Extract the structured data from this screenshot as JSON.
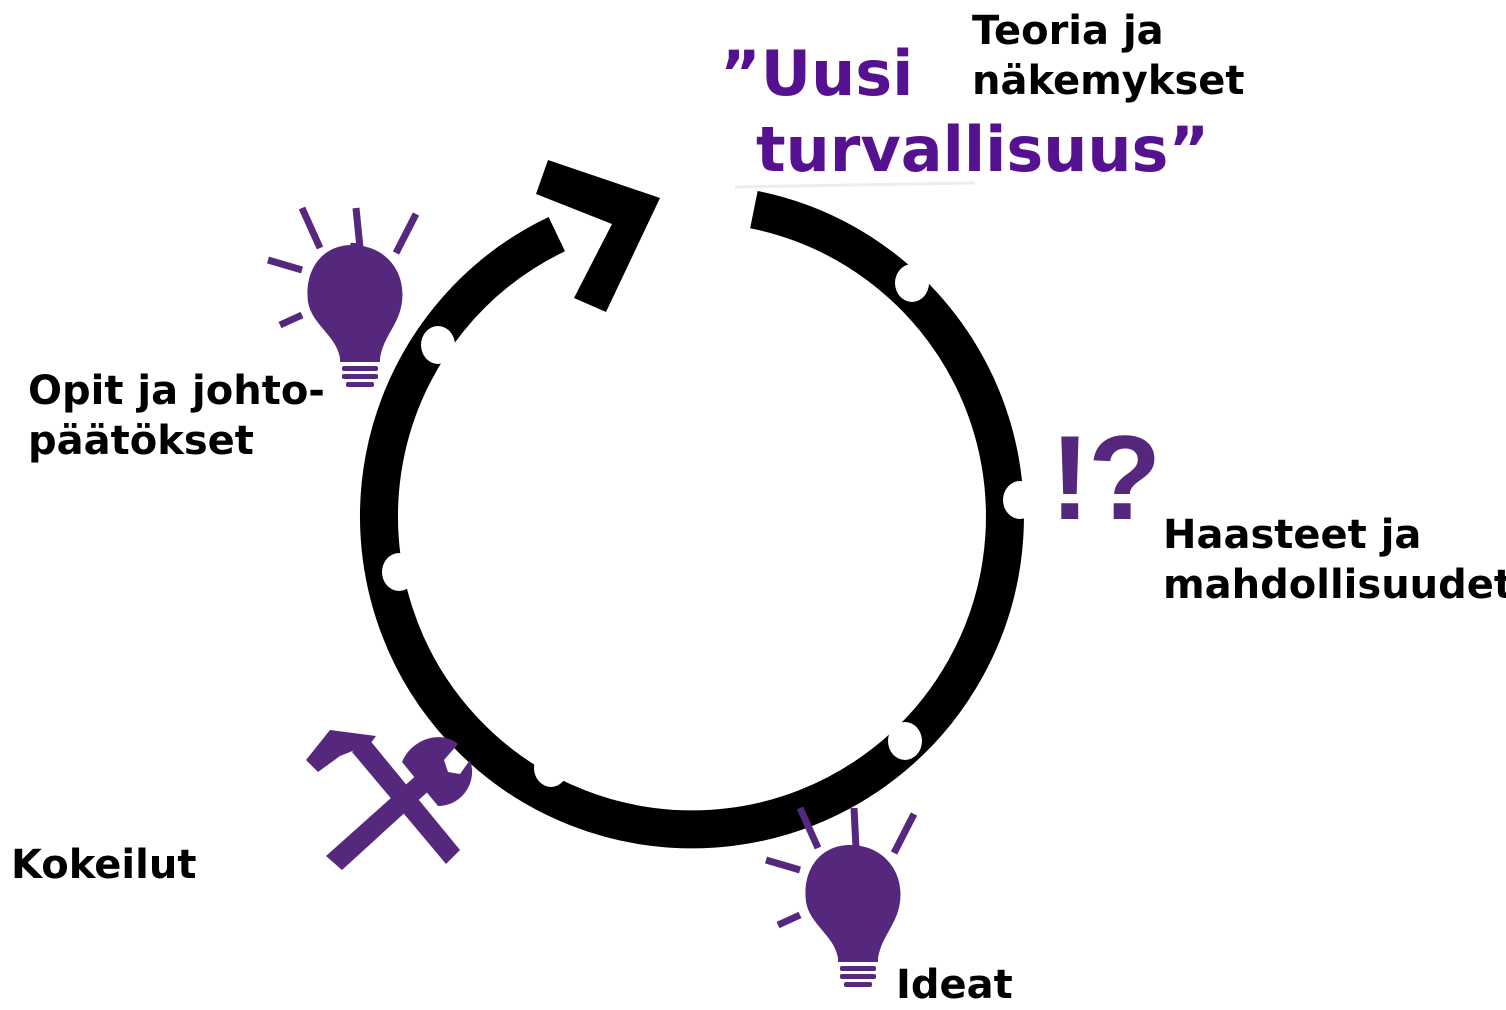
{
  "title": {
    "line1": "”Uusi",
    "line2": "turvallisuus”",
    "color": "#55118f"
  },
  "stages": {
    "theory": {
      "line1": "Teoria ja",
      "line2": "näkemykset"
    },
    "challenges": {
      "line1": "Haasteet ja",
      "line2": "mahdollisuudet",
      "icon": "exclamation-question-icon",
      "icon_text": "!?"
    },
    "ideas": {
      "line1": "Ideat",
      "icon": "lightbulb-icon"
    },
    "experiments": {
      "line1": "Kokeilut",
      "icon": "hammer-and-wrench-icon"
    },
    "learnings": {
      "line1": "Opit ja johto-",
      "line2": "päätökset",
      "icon": "lightbulb-icon"
    }
  },
  "colors": {
    "cycle": "#000000",
    "icon": "#55287d",
    "dots": "#ffffff"
  },
  "cycle_dot_count": 6
}
